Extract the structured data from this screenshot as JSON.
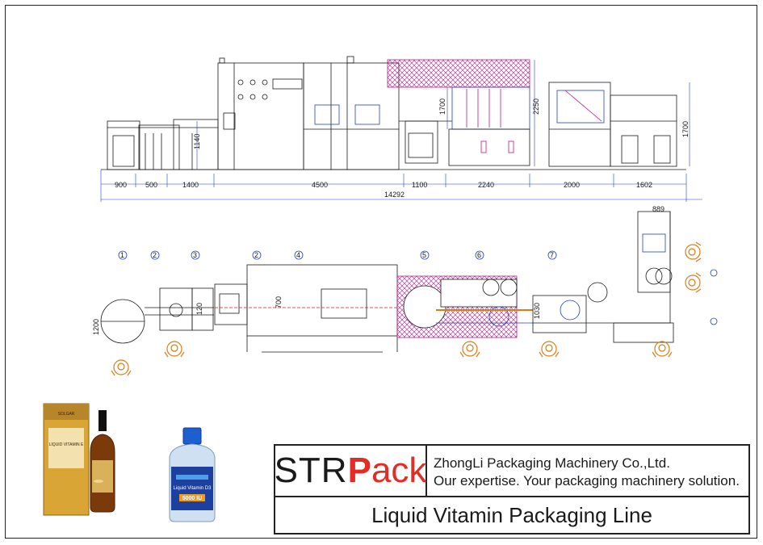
{
  "drawing": {
    "elevation_dimensions": {
      "seg_900": "900",
      "seg_500": "500",
      "seg_1400": "1400",
      "seg_4500": "4500",
      "seg_1100": "1100",
      "seg_2240": "2240",
      "seg_2000": "2000",
      "seg_1602": "1602",
      "total_length": "14292",
      "height_1140": "1140",
      "height_1700": "1700",
      "height_2250": "2250",
      "height_1700_right": "1700"
    },
    "plan_dimensions": {
      "width_1200": "1200",
      "width_120": "120",
      "width_700": "700",
      "width_1030": "1030",
      "width_889": "889"
    },
    "station_numbers": [
      "1",
      "2",
      "3",
      "2",
      "4",
      "5",
      "6",
      "7"
    ]
  },
  "product_images": {
    "box_brand": "SOLGAR",
    "box_text": "LIQUID VITAMIN E",
    "bottle_label": "Liquid Vitamin D3",
    "bottle_dose": "5000 IU"
  },
  "title_block": {
    "logo_str": "STR",
    "logo_p": "P",
    "logo_ack": "ack",
    "company_name": "ZhongLi Packaging Machinery Co.,Ltd.",
    "tagline": "Our expertise. Your packaging machinery solution.",
    "drawing_title": "Liquid Vitamin Packaging Line"
  },
  "colors": {
    "line": "#1a1a1a",
    "blue": "#1f3fd1",
    "magenta": "#c0158a",
    "red": "#d21a1a",
    "hatch": "#c0158a",
    "orange": "#e07a10",
    "logo_red": "#e12d26"
  }
}
